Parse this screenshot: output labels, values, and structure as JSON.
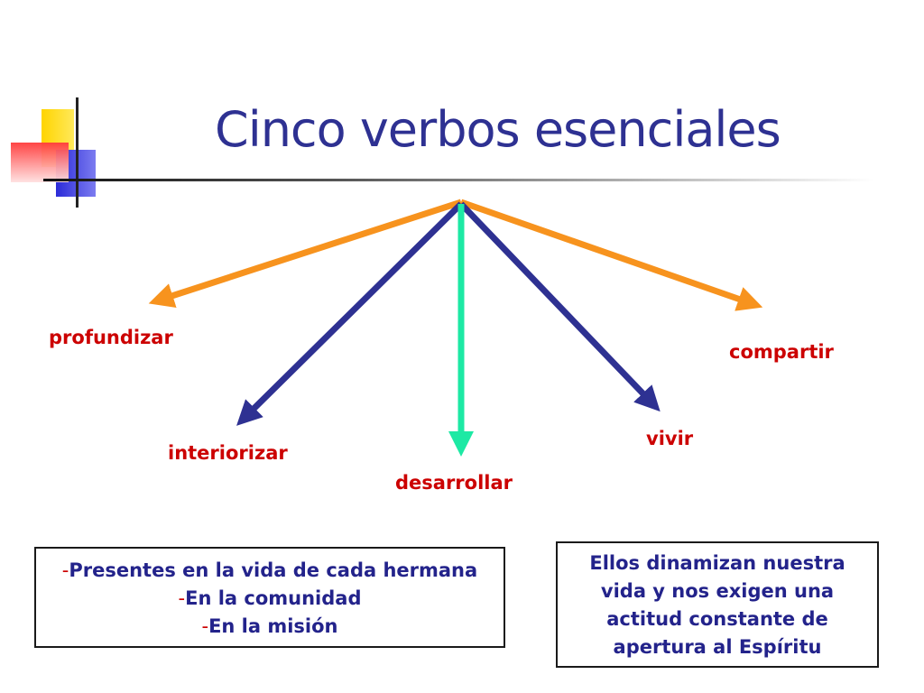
{
  "slide": {
    "title": "Cinco verbos esenciales",
    "colors": {
      "title": "#2e3192",
      "verbs": "#cc0000",
      "orange_arrows": "#f7931e",
      "blue_arrows": "#2e3192",
      "green_arrow": "#1de9a4"
    }
  },
  "verbs": [
    {
      "label": "profundizar",
      "arrow_color": "orange"
    },
    {
      "label": "interiorizar",
      "arrow_color": "blue"
    },
    {
      "label": "desarrollar",
      "arrow_color": "green"
    },
    {
      "label": "vivir",
      "arrow_color": "blue"
    },
    {
      "label": "compartir",
      "arrow_color": "orange"
    }
  ],
  "left_box": {
    "dash": "-",
    "lines": [
      "Presentes en la vida de cada hermana",
      "En la comunidad",
      "En la misión"
    ]
  },
  "right_box": {
    "lines": [
      "Ellos dinamizan nuestra",
      "vida y nos exigen una",
      "actitud constante de",
      "apertura al Espíritu"
    ]
  }
}
